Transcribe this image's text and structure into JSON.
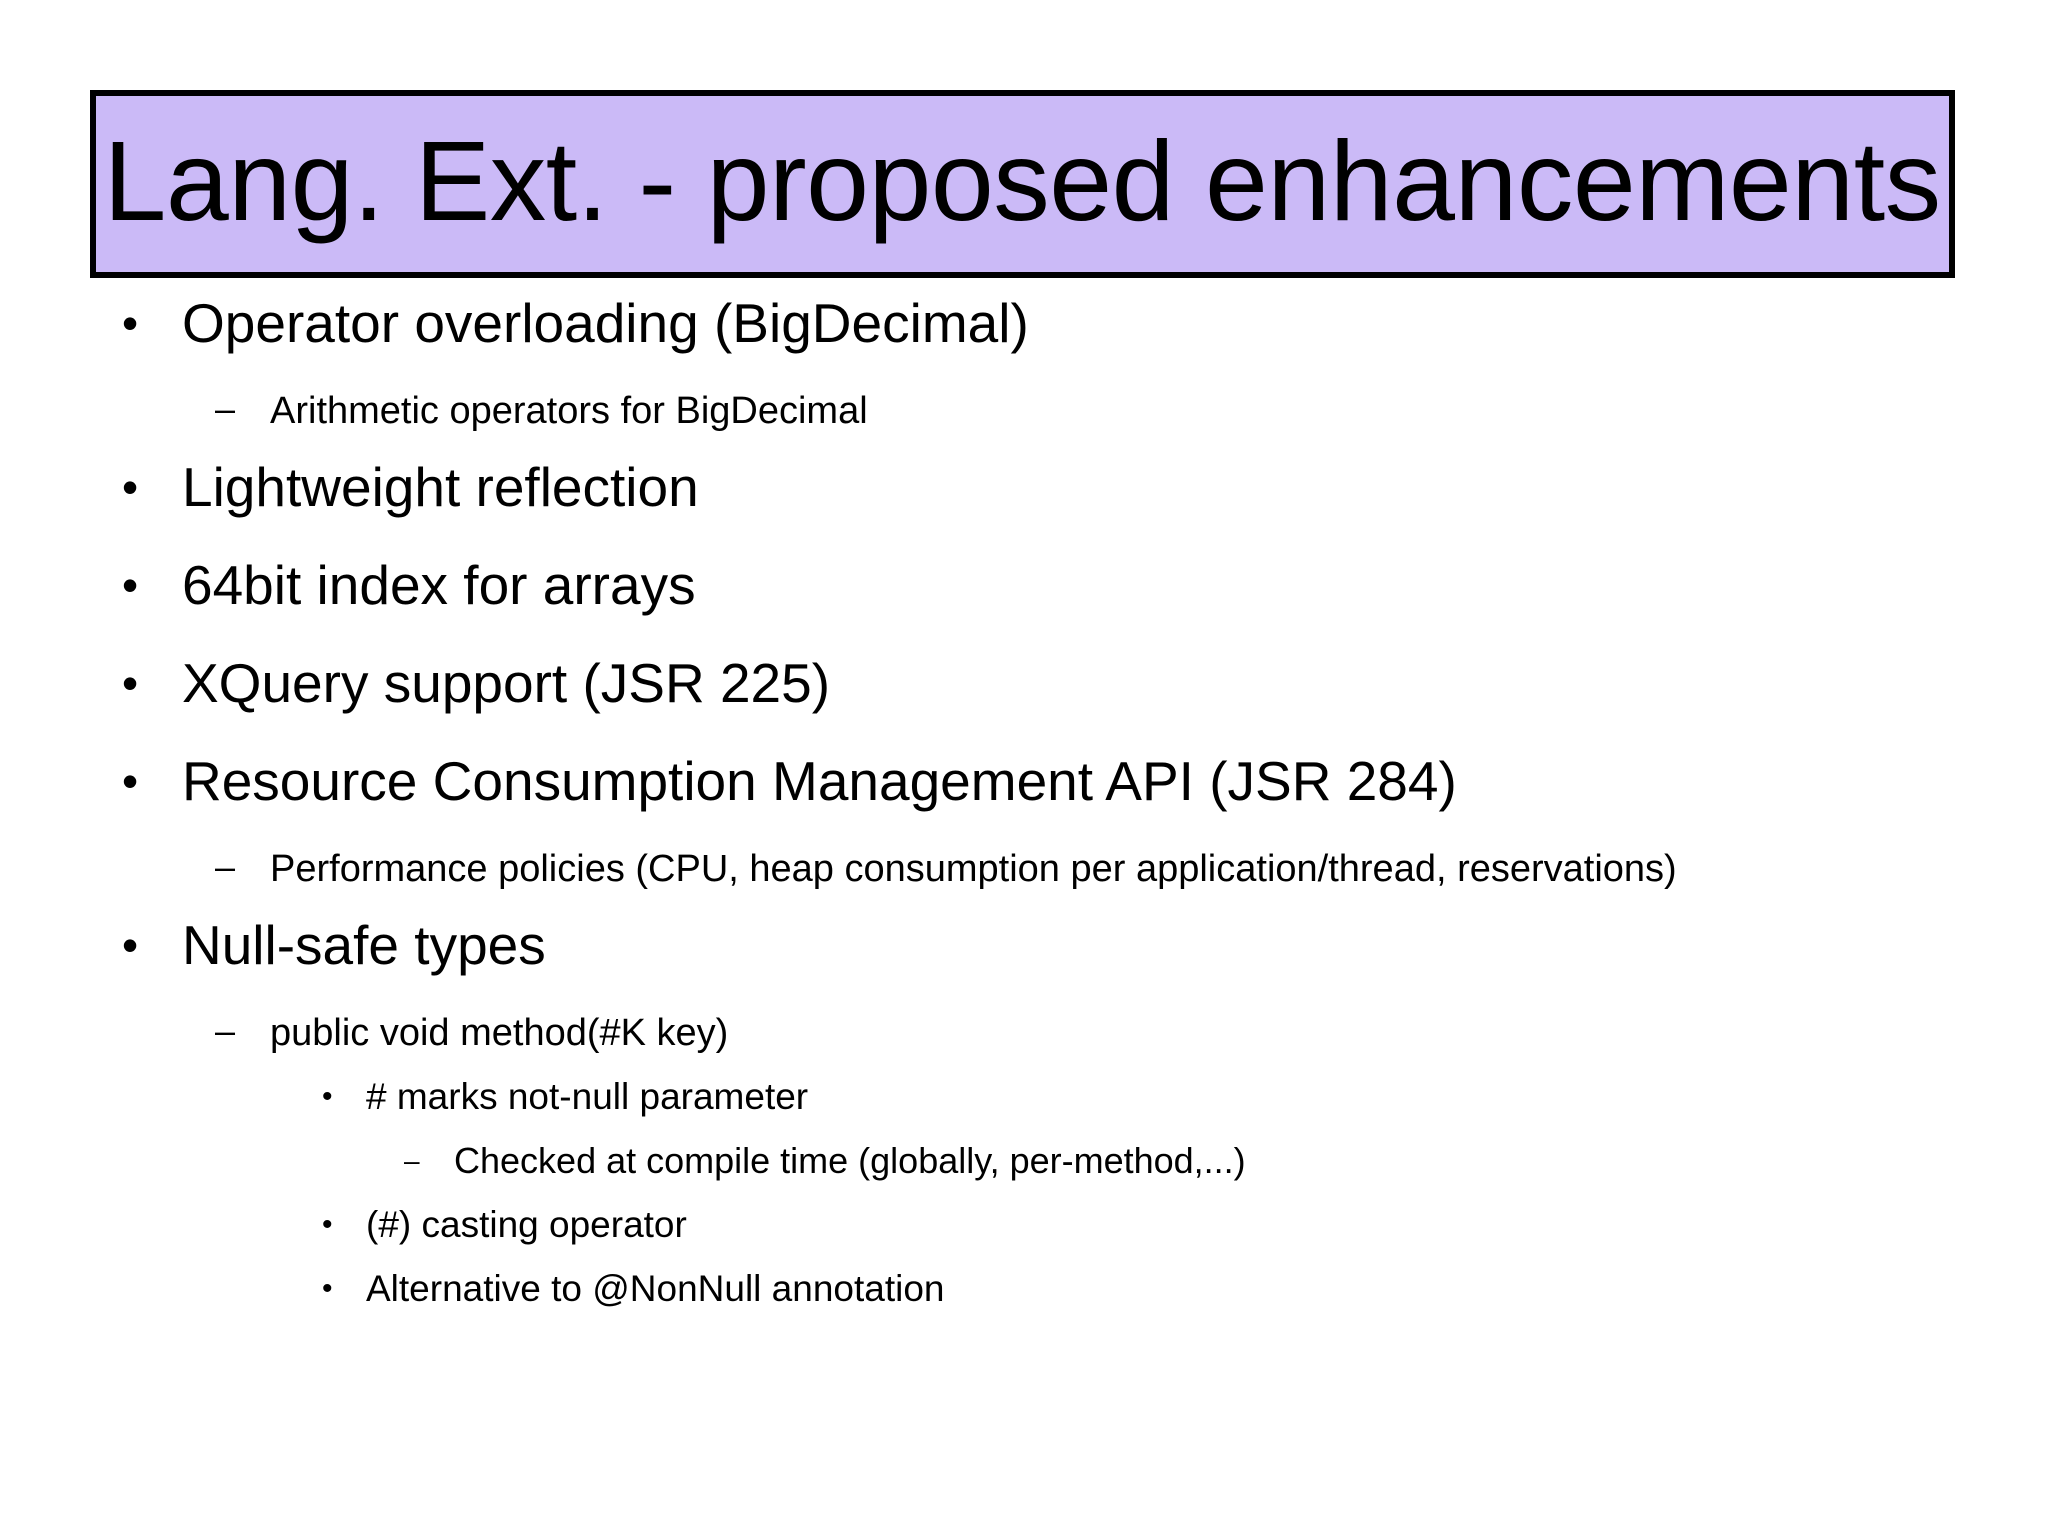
{
  "slide": {
    "title": "Lang. Ext. - proposed enhancements",
    "title_background_color": "#cbbaf7",
    "title_border_color": "#000000",
    "background_color": "#ffffff",
    "text_color": "#000000",
    "bullets": {
      "b1": {
        "marker": "•",
        "text": "Operator overloading (BigDecimal)"
      },
      "b1s1": {
        "marker": "–",
        "text": "Arithmetic operators for BigDecimal"
      },
      "b2": {
        "marker": "•",
        "text": "Lightweight reflection"
      },
      "b3": {
        "marker": "•",
        "text": "64bit index for arrays"
      },
      "b4": {
        "marker": "•",
        "text": "XQuery support (JSR 225)"
      },
      "b5": {
        "marker": "•",
        "text": "Resource Consumption Management API (JSR 284)"
      },
      "b5s1": {
        "marker": "–",
        "text": "Performance policies (CPU, heap consumption per application/thread, reservations)"
      },
      "b6": {
        "marker": "•",
        "text": "Null-safe types"
      },
      "b6s1": {
        "marker": "–",
        "text": "public void method(#K key)"
      },
      "b6s1a": {
        "marker": "•",
        "text": "# marks not-null parameter"
      },
      "b6s1a1": {
        "marker": "–",
        "text": "Checked at compile time (globally, per-method,...)"
      },
      "b6s1b": {
        "marker": "•",
        "text": "(#) casting operator"
      },
      "b6s1c": {
        "marker": "•",
        "text": "Alternative to @NonNull annotation"
      }
    }
  }
}
